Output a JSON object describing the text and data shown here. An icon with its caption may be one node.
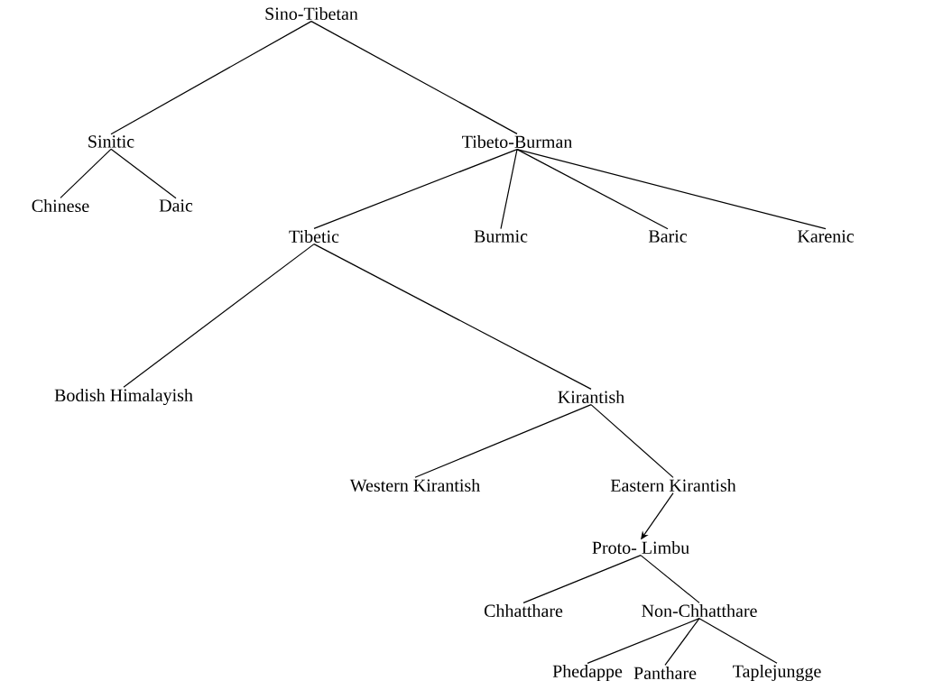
{
  "diagram": {
    "nodes": [
      {
        "text": [
          "Sino-Tibetan"
        ]
      },
      {
        "text": [
          "Sinitic"
        ]
      },
      {
        "text": [
          "Tibeto-Burman"
        ]
      },
      {
        "text": [
          "Chinese"
        ]
      },
      {
        "text": [
          "Daic"
        ]
      },
      {
        "text": [
          "Tibetic"
        ]
      },
      {
        "text": [
          "Burmic"
        ]
      },
      {
        "text": [
          "Baric"
        ]
      },
      {
        "text": [
          "Karenic"
        ]
      },
      {
        "text": [
          "Bodish Himalayish"
        ]
      },
      {
        "text": [
          "Kirantish"
        ]
      },
      {
        "text": [
          "Western Kirantish"
        ]
      },
      {
        "text": [
          "Eastern Kirantish"
        ]
      },
      {
        "text": [
          "Proto- Limbu"
        ]
      },
      {
        "text": [
          "Chhatthare"
        ]
      },
      {
        "text": [
          "Non-Chhatthare"
        ]
      },
      {
        "text": [
          "Phedappe"
        ]
      },
      {
        "text": [
          "Panthare"
        ]
      },
      {
        "text": [
          "Taplejungge"
        ]
      }
    ],
    "edges": [
      {
        "from": 0,
        "to": 1,
        "arrow": "none"
      },
      {
        "from": 0,
        "to": 2,
        "arrow": "none"
      },
      {
        "from": 1,
        "to": 3,
        "arrow": "none"
      },
      {
        "from": 1,
        "to": 4,
        "arrow": "none"
      },
      {
        "from": 2,
        "to": 5,
        "arrow": "none"
      },
      {
        "from": 2,
        "to": 6,
        "arrow": "none"
      },
      {
        "from": 2,
        "to": 7,
        "arrow": "none"
      },
      {
        "from": 2,
        "to": 8,
        "arrow": "none"
      },
      {
        "from": 5,
        "to": 9,
        "arrow": "none"
      },
      {
        "from": 5,
        "to": 10,
        "arrow": "none"
      },
      {
        "from": 10,
        "to": 11,
        "arrow": "none"
      },
      {
        "from": 10,
        "to": 12,
        "arrow": "none"
      },
      {
        "from": 12,
        "to": 13,
        "arrow": "to"
      },
      {
        "from": 13,
        "to": 14,
        "arrow": "none"
      },
      {
        "from": 13,
        "to": 15,
        "arrow": "none"
      },
      {
        "from": 15,
        "to": 16,
        "arrow": "none"
      },
      {
        "from": 15,
        "to": 17,
        "arrow": "none"
      },
      {
        "from": 15,
        "to": 18,
        "arrow": "none"
      }
    ]
  }
}
